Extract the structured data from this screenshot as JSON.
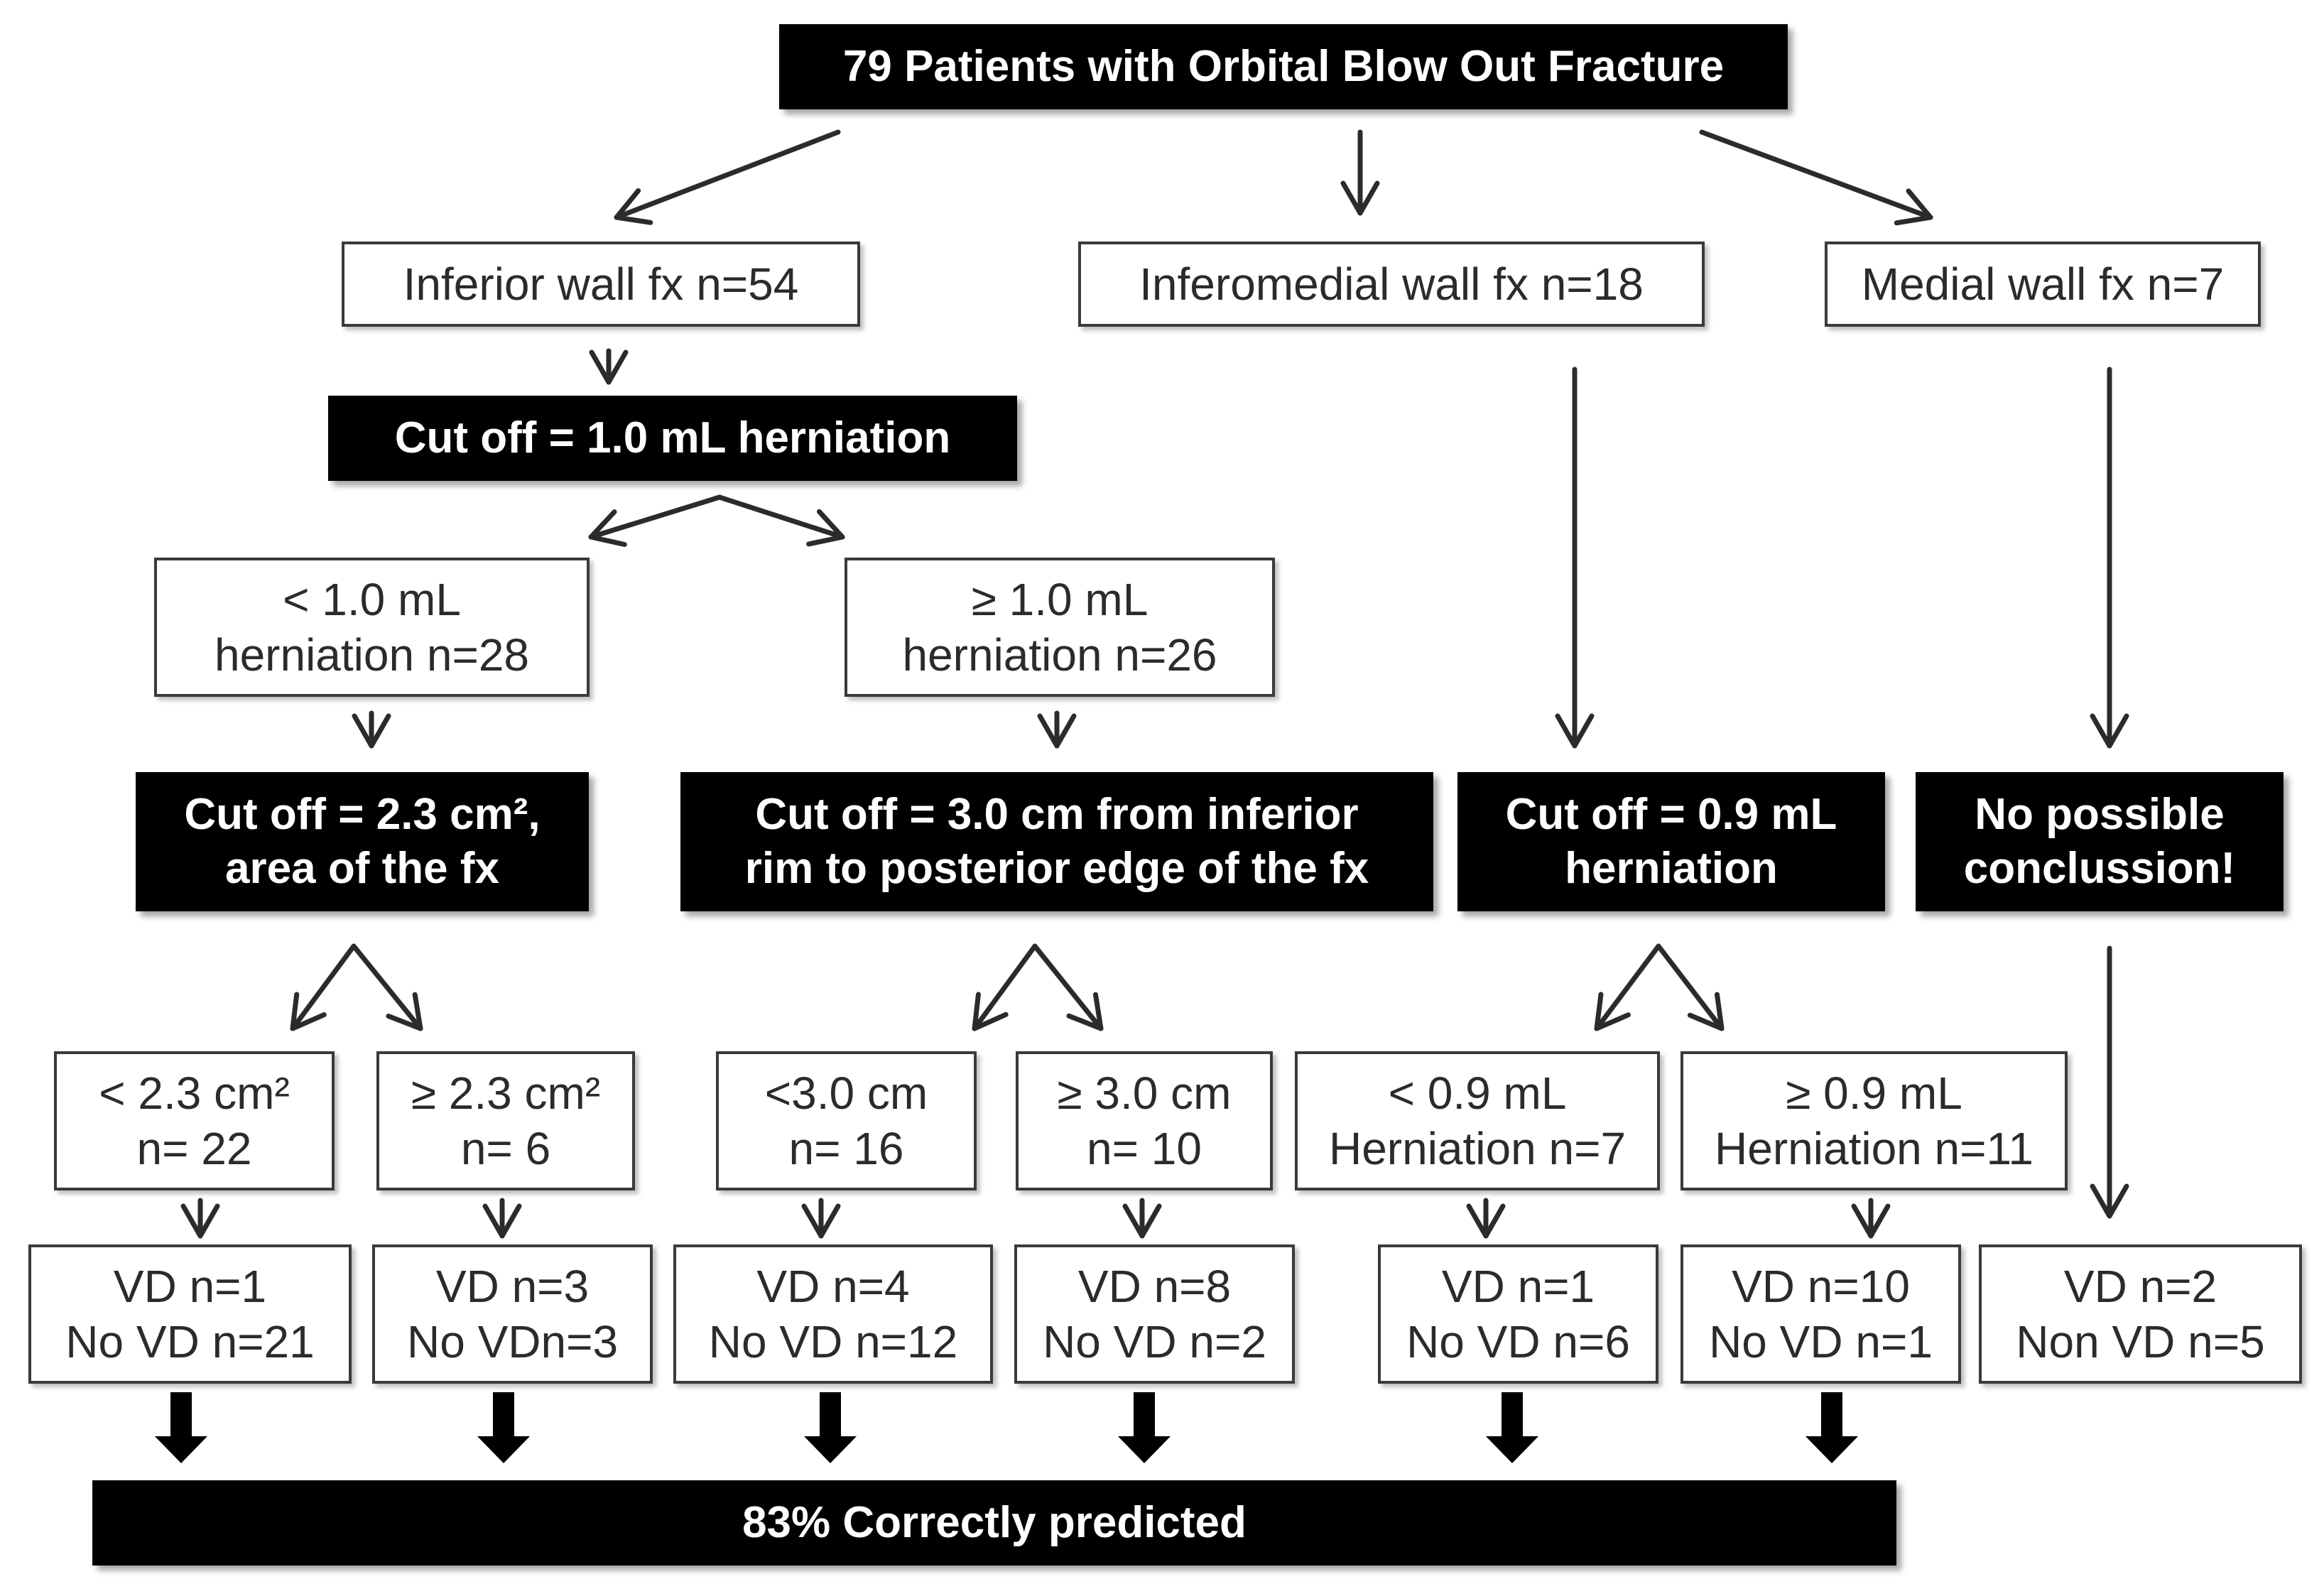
{
  "nodes": {
    "root": {
      "lines": [
        "79 Patients with Orbital Blow Out Fracture"
      ]
    },
    "inferior": {
      "lines": [
        "Inferior wall fx n=54"
      ]
    },
    "inferomedial": {
      "lines": [
        "Inferomedial wall fx n=18"
      ]
    },
    "medial": {
      "lines": [
        "Medial wall fx n=7"
      ]
    },
    "cutoff_inferior": {
      "lines": [
        "Cut off = 1.0 mL herniation"
      ]
    },
    "lt_1ml": {
      "lines": [
        "< 1.0 mL",
        "herniation n=28"
      ]
    },
    "ge_1ml": {
      "lines": [
        "≥ 1.0 mL",
        "herniation n=26"
      ]
    },
    "cutoff_area": {
      "lines": [
        "Cut off = 2.3 cm², ",
        "area of the fx"
      ]
    },
    "cutoff_rim": {
      "lines": [
        "Cut off = 3.0 cm from inferior",
        "rim to posterior edge of the fx"
      ]
    },
    "cutoff_09ml": {
      "lines": [
        "Cut off = 0.9 mL",
        "herniation"
      ]
    },
    "no_conclusion": {
      "lines": [
        "No possible",
        "conclussion!"
      ]
    },
    "lt_23cm2": {
      "lines": [
        "< 2.3 cm²",
        "n= 22"
      ]
    },
    "ge_23cm2": {
      "lines": [
        "≥ 2.3 cm²",
        "n= 6"
      ]
    },
    "lt_3cm": {
      "lines": [
        "<3.0 cm",
        "n= 16"
      ]
    },
    "ge_3cm": {
      "lines": [
        "≥ 3.0 cm",
        "n= 10"
      ]
    },
    "lt_09ml": {
      "lines": [
        "< 0.9 mL",
        "Herniation n=7"
      ]
    },
    "ge_09ml": {
      "lines": [
        "≥ 0.9 mL",
        "Herniation n=11"
      ]
    },
    "vd_1": {
      "lines": [
        "VD n=1",
        "No VD n=21"
      ]
    },
    "vd_2": {
      "lines": [
        "VD n=3",
        "No VDn=3"
      ]
    },
    "vd_3": {
      "lines": [
        "VD n=4",
        "No VD n=12"
      ]
    },
    "vd_4": {
      "lines": [
        "VD n=8",
        "No VD n=2"
      ]
    },
    "vd_5": {
      "lines": [
        "VD n=1",
        "No VD n=6"
      ]
    },
    "vd_6": {
      "lines": [
        "VD n=10",
        "No VD n=1"
      ]
    },
    "vd_7": {
      "lines": [
        "VD n=2",
        "Non VD n=5"
      ]
    },
    "result": {
      "lines": [
        "83% Correctly predicted"
      ]
    }
  },
  "edges": [
    {
      "from": "root",
      "to": "inferior",
      "type": "thin"
    },
    {
      "from": "root",
      "to": "inferomedial",
      "type": "thin"
    },
    {
      "from": "root",
      "to": "medial",
      "type": "thin"
    },
    {
      "from": "inferior",
      "to": "cutoff_inferior",
      "type": "thin"
    },
    {
      "from": "cutoff_inferior",
      "to": "lt_1ml",
      "type": "thin"
    },
    {
      "from": "cutoff_inferior",
      "to": "ge_1ml",
      "type": "thin"
    },
    {
      "from": "lt_1ml",
      "to": "cutoff_area",
      "type": "thin"
    },
    {
      "from": "ge_1ml",
      "to": "cutoff_rim",
      "type": "thin"
    },
    {
      "from": "inferomedial",
      "to": "cutoff_09ml",
      "type": "thin"
    },
    {
      "from": "medial",
      "to": "no_conclusion",
      "type": "thin"
    },
    {
      "from": "cutoff_area",
      "to": "lt_23cm2",
      "type": "thin"
    },
    {
      "from": "cutoff_area",
      "to": "ge_23cm2",
      "type": "thin"
    },
    {
      "from": "cutoff_rim",
      "to": "lt_3cm",
      "type": "thin"
    },
    {
      "from": "cutoff_rim",
      "to": "ge_3cm",
      "type": "thin"
    },
    {
      "from": "cutoff_09ml",
      "to": "lt_09ml",
      "type": "thin"
    },
    {
      "from": "cutoff_09ml",
      "to": "ge_09ml",
      "type": "thin"
    },
    {
      "from": "lt_23cm2",
      "to": "vd_1",
      "type": "thin"
    },
    {
      "from": "ge_23cm2",
      "to": "vd_2",
      "type": "thin"
    },
    {
      "from": "lt_3cm",
      "to": "vd_3",
      "type": "thin"
    },
    {
      "from": "ge_3cm",
      "to": "vd_4",
      "type": "thin"
    },
    {
      "from": "lt_09ml",
      "to": "vd_5",
      "type": "thin"
    },
    {
      "from": "ge_09ml",
      "to": "vd_6",
      "type": "thin"
    },
    {
      "from": "no_conclusion",
      "to": "vd_7",
      "type": "thin"
    },
    {
      "from": "vd_1",
      "to": "result",
      "type": "bold"
    },
    {
      "from": "vd_2",
      "to": "result",
      "type": "bold"
    },
    {
      "from": "vd_3",
      "to": "result",
      "type": "bold"
    },
    {
      "from": "vd_4",
      "to": "result",
      "type": "bold"
    },
    {
      "from": "vd_5",
      "to": "result",
      "type": "bold"
    },
    {
      "from": "vd_6",
      "to": "result",
      "type": "bold"
    }
  ]
}
